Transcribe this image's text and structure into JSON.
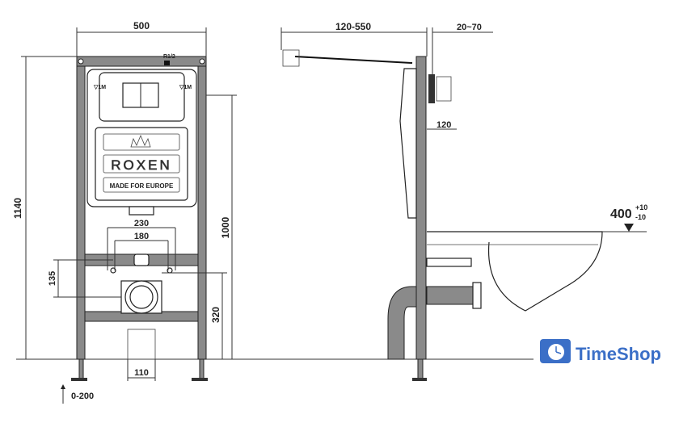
{
  "front_view": {
    "width_label": "500",
    "height_label": "1140",
    "actuator_height_label": "1000",
    "outlet_height_label": "320",
    "strut_spacing_label": "135",
    "spacing_230_label": "230",
    "spacing_180_label": "180",
    "outlet_width_label": "110",
    "leg_adjust_label": "0-200",
    "inlet_label": "R1/2",
    "brand_logo_text": "ROXEN",
    "brand_slogan": "MADE FOR EUROPE",
    "level_mark": "▽1M"
  },
  "side_view": {
    "depth_label": "120-550",
    "wall_label": "20~70",
    "panel_label": "120",
    "seat_height_label": "400",
    "seat_tol_plus": "+10",
    "seat_tol_minus": "-10"
  },
  "watermark": {
    "text": "TimeShop",
    "color": "#3b6fc7"
  }
}
